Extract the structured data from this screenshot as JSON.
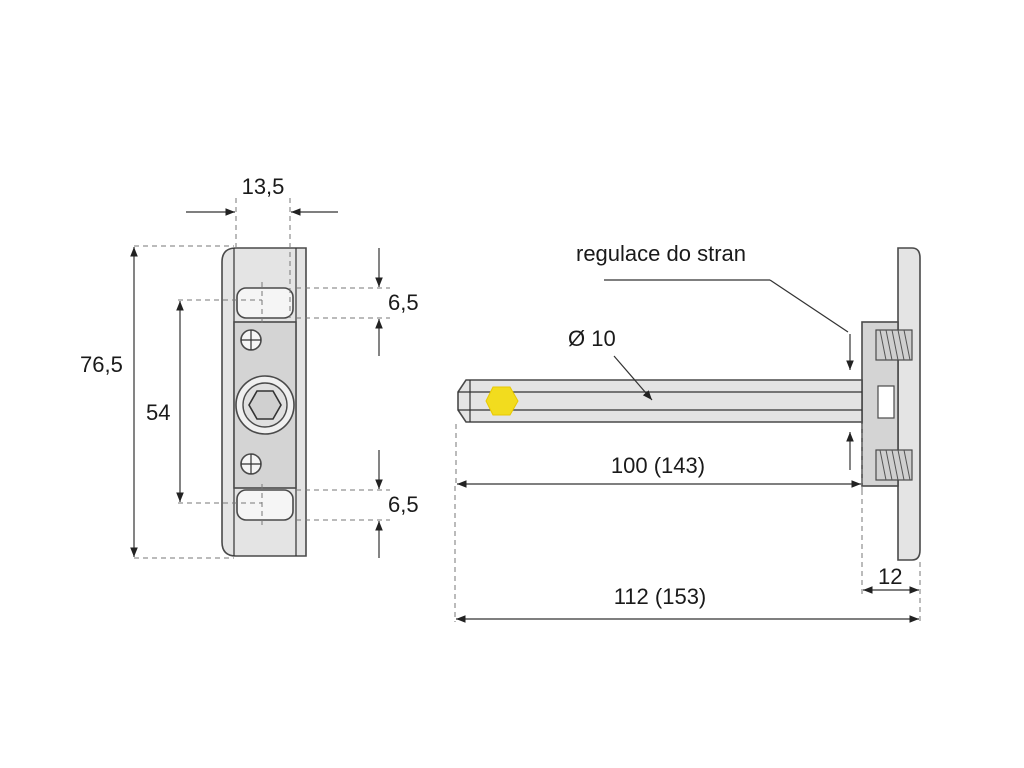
{
  "front_view": {
    "width_dim": "13,5",
    "height_dim": "76,5",
    "hole_spacing_dim": "54",
    "top_slot_dim": "6,5",
    "bottom_slot_dim": "6,5"
  },
  "side_view": {
    "note": "regulace do stran",
    "diameter_dim": "Ø 10",
    "rod_length_dim": "100 (143)",
    "total_length_dim": "112 (153)",
    "plate_dim": "12"
  },
  "colors": {
    "part_fill": "#e4e4e4",
    "outline": "#4a4a4a",
    "highlight_hex": "#f2dc1e"
  }
}
